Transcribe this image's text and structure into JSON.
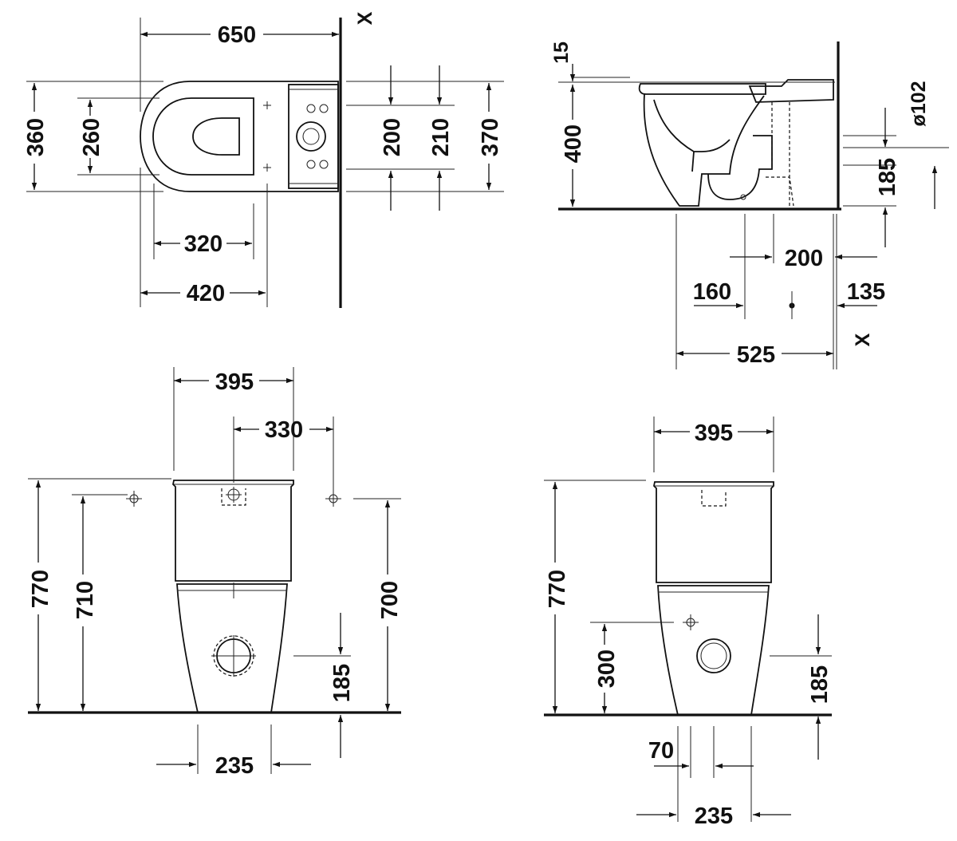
{
  "top_view": {
    "overall_length": "650",
    "overall_width": "360",
    "seat_width": "260",
    "rear_distance": "200",
    "rear_distance_2": "210",
    "outer_width": "370",
    "distance_320": "320",
    "distance_420": "420",
    "wall_label": "X"
  },
  "side_view": {
    "top_gap": "15",
    "height": "400",
    "drain_diameter": "ø102",
    "outlet_height": "185",
    "outlet_offset": "200",
    "distance_160": "160",
    "distance_135": "135",
    "depth": "525",
    "wall_label": "X"
  },
  "front_view_left": {
    "cistern_width": "395",
    "inlet_spacing": "330",
    "total_height": "770",
    "inlet_height": "710",
    "cistern_height": "700",
    "outlet_height": "185",
    "base_width": "235"
  },
  "front_view_right": {
    "cistern_width": "395",
    "total_height": "770",
    "inlet_height": "300",
    "outlet_height": "185",
    "offset_70": "70",
    "base_width": "235"
  }
}
